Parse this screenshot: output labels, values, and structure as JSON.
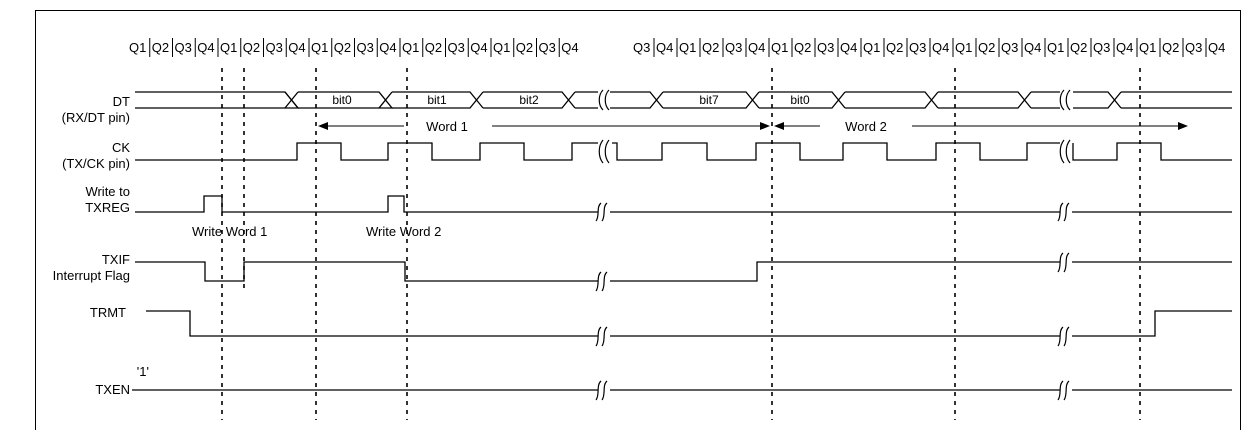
{
  "q_labels": [
    "Q1",
    "Q2",
    "Q3",
    "Q4",
    "Q1",
    "Q2",
    "Q3",
    "Q4",
    "Q1",
    "Q2",
    "Q3",
    "Q4",
    "Q1",
    "Q2",
    "Q3",
    "Q4",
    "Q1",
    "Q2",
    "Q3",
    "Q4",
    "Q3",
    "Q4",
    "Q1",
    "Q2",
    "Q3",
    "Q4",
    "Q1",
    "Q2",
    "Q3",
    "Q4",
    "Q1",
    "Q2",
    "Q3",
    "Q4",
    "Q1",
    "Q2",
    "Q3",
    "Q4",
    "Q1",
    "Q2",
    "Q3",
    "Q4",
    "Q1",
    "Q2",
    "Q3",
    "Q4"
  ],
  "signals": [
    {
      "id": "dt",
      "lines": [
        "DT",
        "(RX/DT pin)"
      ]
    },
    {
      "id": "ck",
      "lines": [
        "CK",
        "(TX/CK pin)"
      ]
    },
    {
      "id": "txreg",
      "lines": [
        "Write to",
        "TXREG"
      ]
    },
    {
      "id": "txif",
      "lines": [
        "TXIF",
        "Interrupt Flag"
      ]
    },
    {
      "id": "trmt",
      "lines": [
        "TRMT"
      ]
    },
    {
      "id": "txen",
      "lines": [
        "TXEN"
      ]
    }
  ],
  "txen_level": "'1'",
  "dt_bits": [
    "bit0",
    "bit1",
    "bit2",
    "bit7",
    "bit0"
  ],
  "words": [
    "Word 1",
    "Word 2"
  ],
  "annotations": [
    "Write Word 1",
    "Write Word 2"
  ]
}
